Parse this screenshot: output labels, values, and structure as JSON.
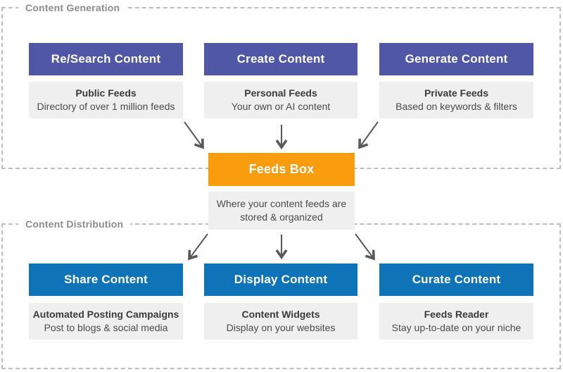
{
  "sections": {
    "generation": {
      "label": "Content Generation"
    },
    "distribution": {
      "label": "Content Distribution"
    }
  },
  "generation_cards": [
    {
      "title": "Re/Search Content",
      "sub_title": "Public Feeds",
      "sub_desc": "Directory of over 1 million feeds"
    },
    {
      "title": "Create Content",
      "sub_title": "Personal Feeds",
      "sub_desc": "Your own or AI content"
    },
    {
      "title": "Generate Content",
      "sub_title": "Private Feeds",
      "sub_desc": "Based on keywords & filters"
    }
  ],
  "feeds_box": {
    "title": "Feeds Box",
    "desc": "Where your content feeds are stored & organized"
  },
  "distribution_cards": [
    {
      "title": "Share Content",
      "sub_title": "Automated Posting Campaigns",
      "sub_desc": "Post to blogs & social media"
    },
    {
      "title": "Display Content",
      "sub_title": "Content Widgets",
      "sub_desc": "Display on your websites"
    },
    {
      "title": "Curate Content",
      "sub_title": "Feeds Reader",
      "sub_desc": "Stay up-to-date on your niche"
    }
  ],
  "icons": {
    "arrows": "arrow-down-connector"
  },
  "colors": {
    "generation_header": "#5157A7",
    "distribution_header": "#0F73B8",
    "feeds_box": "#F99C0D",
    "sub_box": "#EFEFEF",
    "arrow": "#58595B",
    "dashed_border": "#BDBDBD",
    "section_label": "#8C8C8C"
  }
}
